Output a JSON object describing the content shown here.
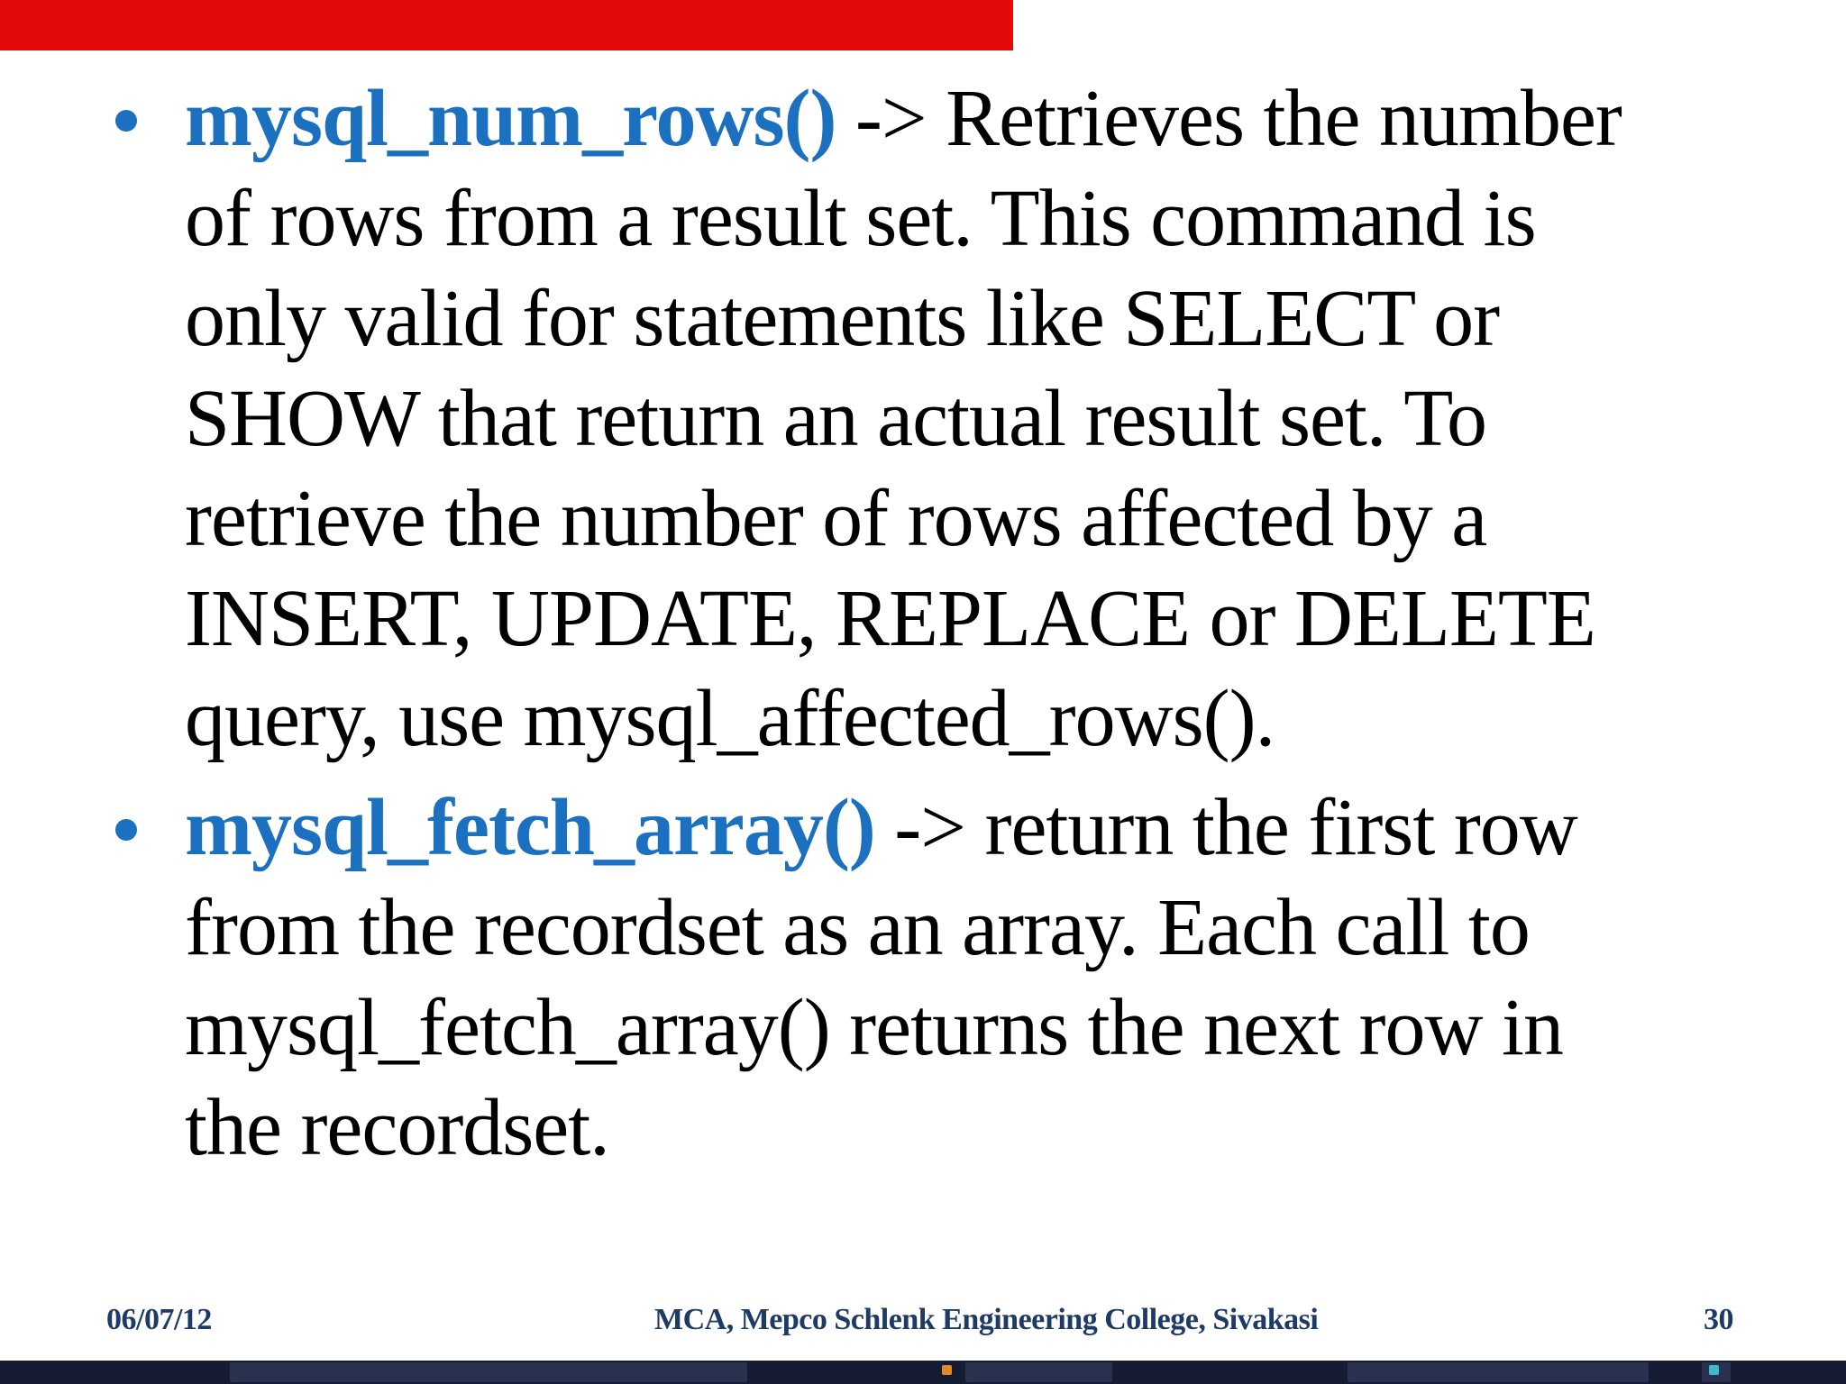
{
  "slide": {
    "bullets": [
      {
        "function_name": "mysql_num_rows()",
        "first_line_rest": " -> Retrieves the number",
        "lines": [
          "of rows from a result set. This command is",
          "only valid for statements like SELECT or",
          "SHOW that return an actual result set. To",
          "retrieve the number of rows affected by a",
          "INSERT, UPDATE, REPLACE or DELETE",
          "query, use mysql_affected_rows()."
        ]
      },
      {
        "function_name": "mysql_fetch_array()",
        "first_line_rest": " -> return the first row",
        "lines": [
          "from the recordset as an array. Each call to",
          "mysql_fetch_array() returns the next row in",
          "the recordset."
        ]
      }
    ]
  },
  "footer": {
    "date": "06/07/12",
    "institution": "MCA, Mepco Schlenk Engineering College, Sivakasi",
    "page_number": "30"
  },
  "colors": {
    "function_blue": "#1b70bf",
    "footer_navy": "#1e3a66",
    "top_bar_red": "#e50a0a",
    "taskbar_navy": "#161c34"
  }
}
